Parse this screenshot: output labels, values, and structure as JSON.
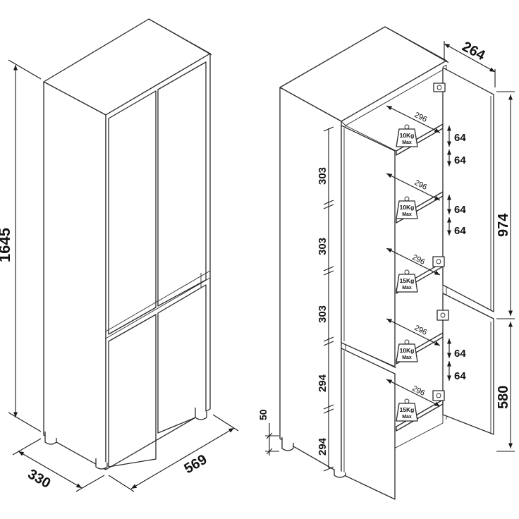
{
  "left_cabinet": {
    "height": "1645",
    "depth": "330",
    "width": "569"
  },
  "right_cabinet": {
    "depth": "264",
    "upper_section": "974",
    "lower_section": "580",
    "leg_height": "50",
    "shelf_spacings": [
      "303",
      "303",
      "303",
      "294",
      "294"
    ],
    "shelf_depth": "296",
    "adjust_step": "64",
    "weights": [
      {
        "load": "10Kg",
        "max": "Max"
      },
      {
        "load": "10Kg",
        "max": "Max"
      },
      {
        "load": "15Kg",
        "max": "Max"
      },
      {
        "load": "10Kg",
        "max": "Max"
      },
      {
        "load": "15Kg",
        "max": "Max"
      }
    ]
  }
}
